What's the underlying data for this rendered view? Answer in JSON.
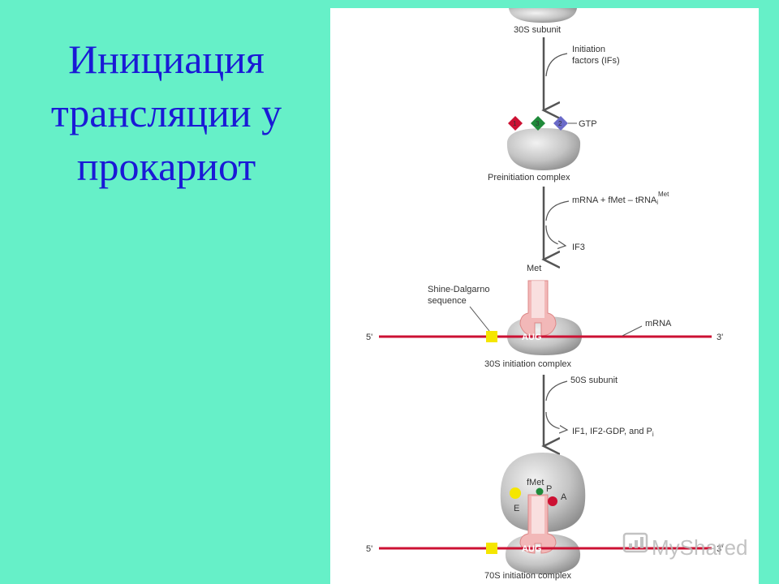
{
  "slide": {
    "title_lines": [
      "Инициация",
      "трансляции у",
      "прокариот"
    ]
  },
  "diagram": {
    "subunit_30s": "30S subunit",
    "initiation_factors_line1": "Initiation",
    "initiation_factors_line2": "factors (IFs)",
    "gtp": "GTP",
    "if_labels": [
      "1",
      "3",
      "2"
    ],
    "preinitiation_complex": "Preinitiation complex",
    "mrna_fmet_trna": "mRNA + fMet – tRNA",
    "met_sup": "Met",
    "trna_sub": "i",
    "if3": "IF3",
    "met": "Met",
    "shine_dalgarno_line1": "Shine-Dalgarno",
    "shine_dalgarno_line2": "sequence",
    "five_prime": "5'",
    "three_prime": "3'",
    "aug": "AUG",
    "mrna": "mRNA",
    "initiation_complex_30s": "30S initiation complex",
    "subunit_50s": "50S subunit",
    "if_release": "IF1, IF2-GDP, and P",
    "if_release_sub": "i",
    "fmet": "fMet",
    "site_e": "E",
    "site_p": "P",
    "site_a": "A",
    "initiation_complex_70s": "70S initiation complex"
  },
  "watermark": "MyShared",
  "colors": {
    "background": "#66f0c8",
    "title": "#1a1ad6",
    "mrna_line": "#cc1133",
    "shine_dalgarno": "#f5e600",
    "if1": "#cc1133",
    "if3": "#1f8a3a",
    "if2": "#6a6ac8",
    "ribosome": "#c8c8c8",
    "trna": "#f2b8b8"
  }
}
